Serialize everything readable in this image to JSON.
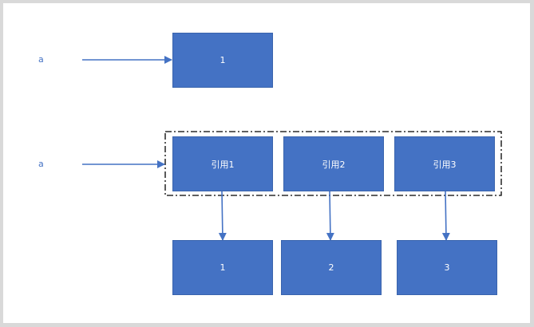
{
  "colors": {
    "box_fill": "#4472c4",
    "arrow": "#4472c4",
    "frame": "#000000",
    "label": "#4472c4"
  },
  "top": {
    "var_label": "a",
    "box_label": "1"
  },
  "bottom": {
    "var_label": "a",
    "refs": [
      "引用1",
      "引用2",
      "引用3"
    ],
    "targets": [
      "1",
      "2",
      "3"
    ]
  }
}
